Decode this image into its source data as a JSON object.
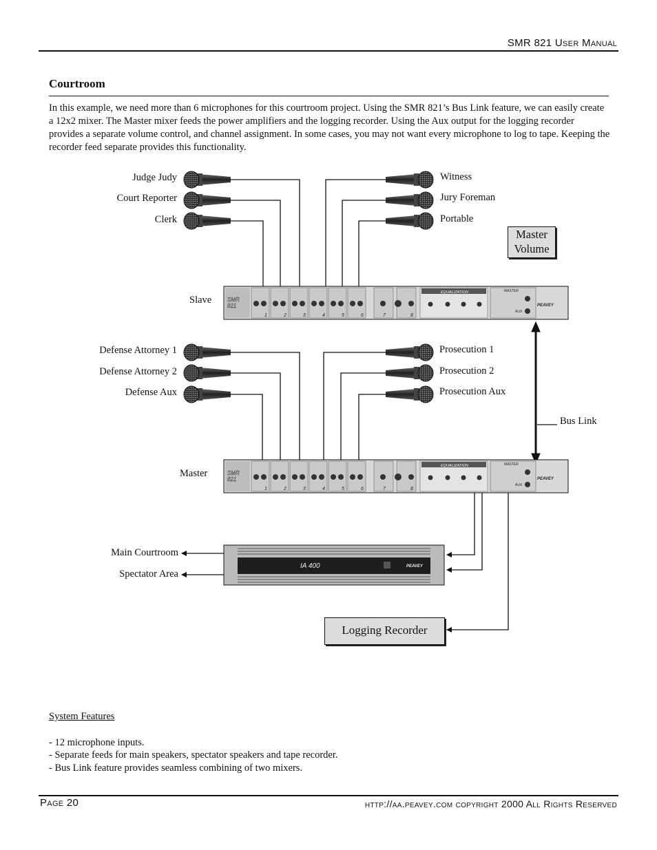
{
  "header": {
    "title": "SMR 821 User Manual"
  },
  "section": {
    "title": "Courtroom",
    "intro": "In this example, we need more than 6 microphones for this courtroom project.  Using the SMR 821’s Bus Link feature, we can easily create a 12x2 mixer.  The Master mixer feeds the power amplifiers and the logging recorder.  Using the Aux output for the logging recorder provides a separate volume control, and channel assignment.  In some cases, you may not want every microphone to log to tape.  Keeping the recorder feed separate provides this functionality."
  },
  "diagram": {
    "slave_mics_left": [
      "Judge Judy",
      "Court Reporter",
      "Clerk"
    ],
    "slave_mics_right": [
      "Witness",
      "Jury Foreman",
      "Portable"
    ],
    "master_mics_left": [
      "Defense Attorney 1",
      "Defense Attorney 2",
      "Defense Aux"
    ],
    "master_mics_right": [
      "Prosecution 1",
      "Prosecution 2",
      "Prosecution Aux"
    ],
    "slave_label": "Slave",
    "master_label": "Master",
    "master_volume": "Master Volume",
    "bus_link": "Bus Link",
    "outputs": [
      "Main Courtroom",
      "Spectator Area"
    ],
    "logging_recorder": "Logging Recorder",
    "mixer": {
      "brand_model": "SMR 821",
      "eq_title": "EQUALIZATION",
      "master_title": "MASTER",
      "aux": "AUX",
      "logo": "PEAVEY",
      "channel_numbers": [
        "1",
        "2",
        "3",
        "4",
        "5",
        "6",
        "7",
        "8"
      ]
    },
    "amp": {
      "model": "IA 400",
      "logo": "PEAVEY"
    }
  },
  "features": {
    "title": "System Features",
    "items": [
      "- 12 microphone inputs.",
      "- Separate feeds for main speakers, spectator speakers and tape recorder.",
      "- Bus Link feature provides seamless combining of two mixers."
    ]
  },
  "footer": {
    "page": "Page 20",
    "copyright": "http://aa.peavey.com  copyright 2000 All Rights Reserved"
  }
}
